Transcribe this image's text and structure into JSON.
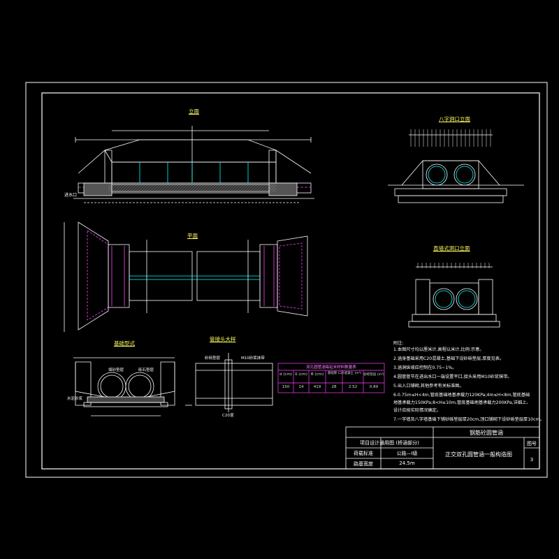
{
  "views": {
    "elevation": "立面",
    "plan": "平面",
    "inlet_elevation": "八字洞口立面",
    "straight_wall_elevation": "直墙式洞口立面",
    "foundation": "基础型式",
    "pipe_joint": "管接头大样"
  },
  "annotations": {
    "inlet_left": "进水口",
    "fill_note": "填砂垫层",
    "gravel_note": "砾石垫层",
    "joint_detail": "M10砂浆抹带",
    "bedding": "砂砾垫层",
    "mortar": "水泥砂浆",
    "c20": "C20混"
  },
  "table": {
    "title": "双孔圆管涵每延米材料数量表",
    "headers": [
      "d (cm)",
      "δ (cm)",
      "B (cm)",
      "基础厚 C20混凝土 (m³)",
      "砂砾垫层 (m³)"
    ],
    "row": [
      "150",
      "14",
      "419",
      "28",
      "2.52",
      "0.89"
    ]
  },
  "notes": [
    "附注:",
    "1.本图尺寸均以厘米计,高程以米计,比例:示意。",
    "2.涵身基础采用C20混凝土,基础下设砂砾垫层,厚度见表。",
    "3.涵洞纵坡应控制在0.75~1%。",
    "4.圆管管节在进出水口一端设置平口,接头采用M10砂浆抹带。",
    "5.出入口铺砌,其他参考有关标准图。",
    "6.0.75m≤H<4m,管底基础地基承载力120KPa;4m≤H<8m,管底基础",
    "  地基承载力150KPa;8<H≤10m,管底基础地基承载力200KPa,详细上、",
    "  设计应按实际情况确定。",
    "7.一字墙及八字墙基础下铺砂砾垫层厚20cm,顶口铺砌下设砂砾垫层厚10cm。"
  ],
  "title_block": {
    "project": "项目设计通用图 (桥涵部分)",
    "drawing_group": "钢筋砼圆管涵",
    "design_load_label": "荷载标准",
    "design_load": "公路—I级",
    "width_label": "路基宽度",
    "width": "24.5m",
    "drawing_title": "正交双孔圆管涵一般构造图",
    "sheet_label": "图号",
    "sheet_no": "3"
  },
  "colors": {
    "line": "#ffffff",
    "accent": "#00ffff",
    "magenta": "#ff40ff",
    "caption": "#ffff60",
    "background": "#000000"
  }
}
